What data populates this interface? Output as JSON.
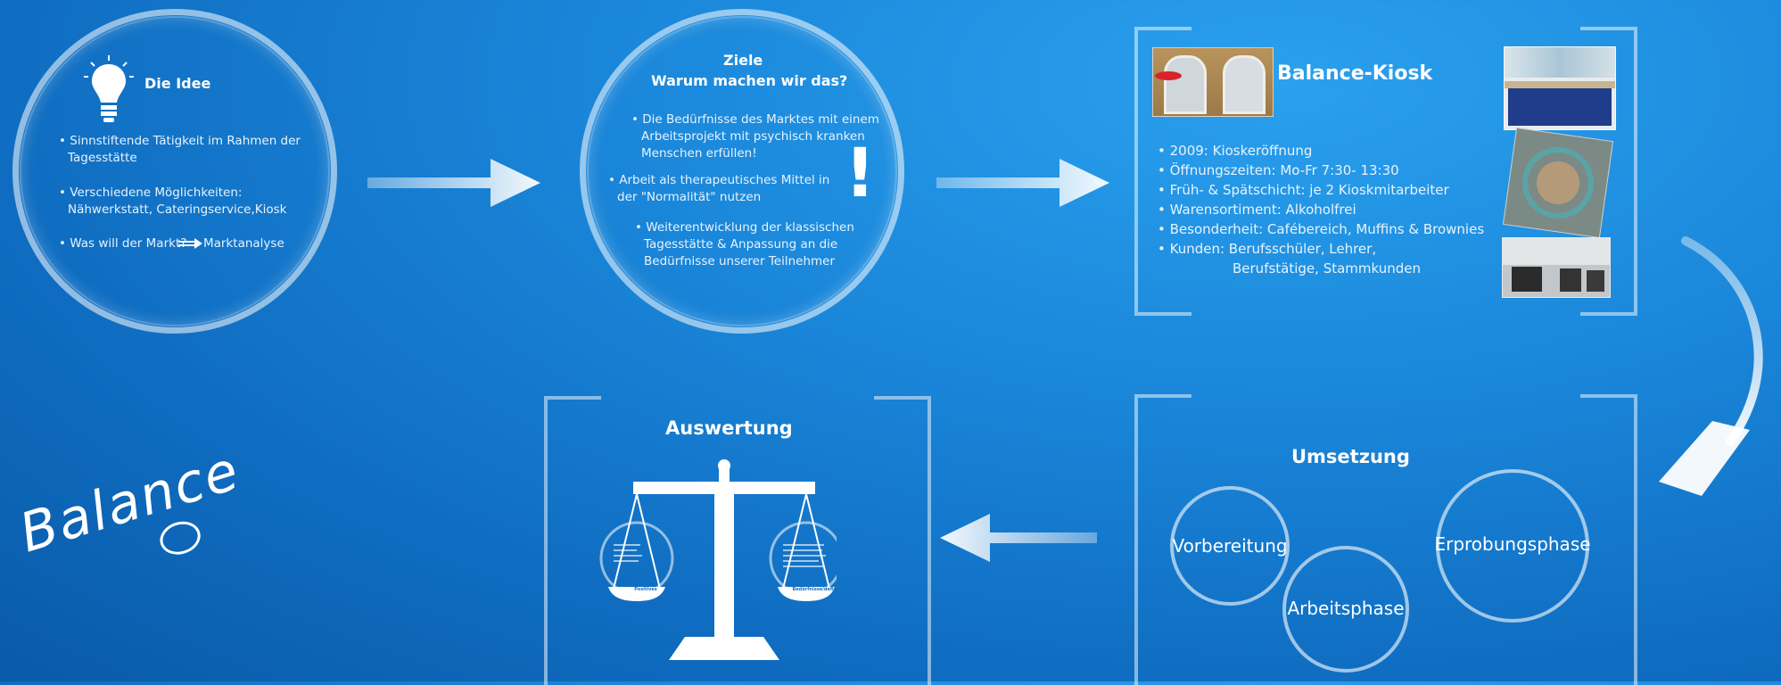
{
  "idee": {
    "title": "Die Idee",
    "bullets": [
      "Sinnstiftende Tätigkeit im Rahmen der",
      "Tagesstätte",
      "Verschiedene Möglichkeiten:",
      "Nähwerkstatt, Cateringservice,Kiosk",
      "Was will der Markt?",
      "Marktanalyse"
    ]
  },
  "ziele": {
    "title1": "Ziele",
    "title2": "Warum machen wir das?",
    "lines": [
      "Die Bedürfnisse des Marktes mit einem",
      "Arbeitsprojekt mit psychisch kranken",
      "Menschen erfüllen!",
      "Arbeit als therapeutisches Mittel in",
      "der \"Normalität\" nutzen",
      "Weiterentwicklung der klassischen",
      "Tagesstätte & Anpassung an die",
      "Bedürfnisse unserer Teilnehmer"
    ],
    "exclamation": "!"
  },
  "kiosk": {
    "title": "Balance-Kiosk",
    "lines": [
      "2009:  Kioskeröffnung",
      "Öffnungszeiten:  Mo-Fr 7:30- 13:30",
      "Früh- & Spätschicht:  je 2 Kioskmitarbeiter",
      "Warensortiment:  Alkoholfrei",
      "Besonderheit:  Cafébereich, Muffins & Brownies",
      "Kunden:  Berufsschüler, Lehrer,",
      "Berufstätige, Stammkunden"
    ]
  },
  "auswertung": {
    "title": "Auswertung",
    "left_pan_label": "Positives",
    "right_pan_label": "Bedürfnisse/defizit"
  },
  "umsetzung": {
    "title": "Umsetzung",
    "phase1": "Vorbereitung",
    "phase2": "Arbeitsphase",
    "phase3": "Erprobungsphase"
  },
  "logo": {
    "text": "Balance"
  },
  "colors": {
    "background": "#1a86d9",
    "ring": "#ffffff"
  }
}
